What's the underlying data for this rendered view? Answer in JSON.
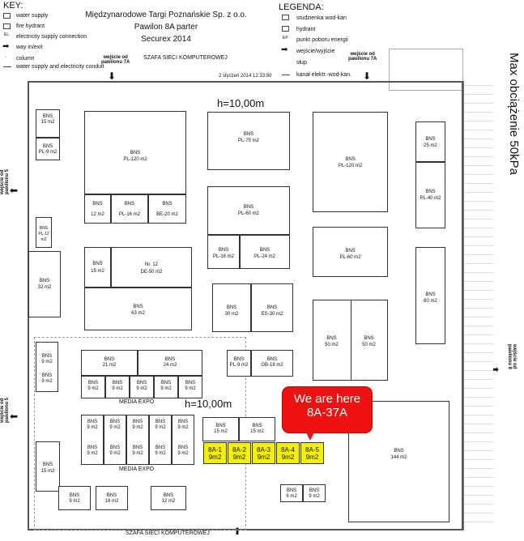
{
  "key": {
    "title": "KEY:",
    "items": [
      {
        "sym": "WS",
        "label": "water supply"
      },
      {
        "sym": "H",
        "label": "fire hydrant"
      },
      {
        "sym": "EL",
        "label": "electricity supply connection"
      },
      {
        "sym": "arrow",
        "label": "way in/exit"
      },
      {
        "sym": "dot",
        "label": "column"
      },
      {
        "sym": "line",
        "label": "water supply and electricity conduit"
      }
    ]
  },
  "header": {
    "line1": "Międzynarodowe Targi Poznańskie Sp. z o.o.",
    "line2": "Pawilon 8A parter",
    "line3": "Securex 2014",
    "date": "2 styczeń 2014 12:33:50",
    "network": "SZAFA SIECI KOMPUTEROWEJ",
    "network_bottom": "SZAFA SIECI KOMPUTEROWEJ",
    "entrance": "wejście od\npawilonu 7A"
  },
  "legenda": {
    "title": "LEGENDA:",
    "items": [
      {
        "sym": "WS",
        "label": "studzienka wod-kan"
      },
      {
        "sym": "H",
        "label": "hydrant"
      },
      {
        "sym": "EP",
        "label": "punkt poboru energii"
      },
      {
        "sym": "arrow",
        "label": "wejście/wyjście"
      },
      {
        "sym": "dot",
        "label": "słup"
      },
      {
        "sym": "line",
        "label": "kanał elektr.-wod-kan."
      }
    ]
  },
  "load": "Max obciążenie 50kPa",
  "height": "h=10,00m",
  "stands": {
    "bns": "BNS",
    "media": "MEDIA EXPO",
    "s1": "15 m2",
    "s2": "PL-9 m2",
    "s3": "PL-120 m2",
    "s4": "12 m2",
    "s5": "PL-16 m2",
    "s6": "BE-20 m2",
    "s7": "PL-70 m2",
    "s8": "PL-60 m2",
    "s9": "PL-16 m2",
    "s10": "PL-24 m2",
    "s11": "PL-120 m2",
    "s12": "25 m2",
    "s13": "PL-40 m2",
    "s14": "PL-12 m2",
    "s15": "32 m2",
    "s16": "15 m2",
    "s17": "Nr. 12",
    "s18": "DE-50 m2",
    "s19": "63 m2",
    "s20": "30 m2",
    "s21": "ES-30 m2",
    "s22": "PL-60 m2",
    "s23": "60 m2",
    "s24": "50 m2",
    "s25": "50 m2",
    "s26": "9 m2",
    "s27": "21 m2",
    "s28": "24 m2",
    "s29": "PL-9 m2",
    "s30": "GB-18 m2",
    "s31": "144 m2",
    "s32": "15 m2",
    "s33": "6 m2",
    "s34": "18 m2",
    "s35": "12 m2",
    "h1": "15 m2",
    "h2": "15 m2"
  },
  "highlight": {
    "callout_line1": "We are here",
    "callout_line2": "8A-37A",
    "units": [
      {
        "id": "8A-1",
        "area": "9m2"
      },
      {
        "id": "8A-2",
        "area": "9m2"
      },
      {
        "id": "8A-3",
        "area": "9m2"
      },
      {
        "id": "8A-4",
        "area": "9m2"
      },
      {
        "id": "8A-5",
        "area": "9m2"
      }
    ]
  },
  "side": {
    "left_top": "wejście od\npawilonu 5",
    "left_bot": "wejście od\npawilonu 5",
    "right": "wejście od\npawilonu 8"
  }
}
